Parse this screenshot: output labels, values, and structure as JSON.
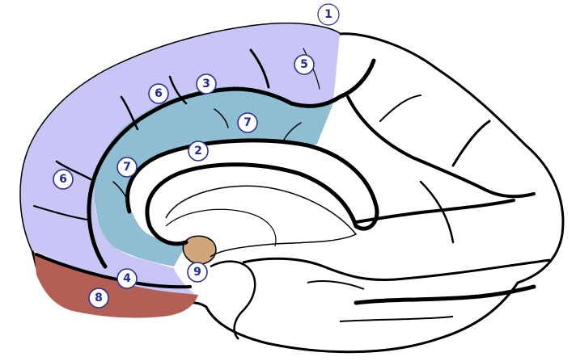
{
  "colors": {
    "region_5_6": "#c7c6f6",
    "region_7": "#8fbdd1",
    "region_8": "#b45f55",
    "region_9": "#cfa77b",
    "outline": "#000000",
    "label_text": "#1f2a9c"
  },
  "labels": [
    {
      "id": "1",
      "text": "1"
    },
    {
      "id": "2",
      "text": "2"
    },
    {
      "id": "3",
      "text": "3"
    },
    {
      "id": "4",
      "text": "4"
    },
    {
      "id": "5",
      "text": "5"
    },
    {
      "id": "6a",
      "text": "6"
    },
    {
      "id": "6b",
      "text": "6"
    },
    {
      "id": "7a",
      "text": "7"
    },
    {
      "id": "7b",
      "text": "7"
    },
    {
      "id": "8",
      "text": "8"
    },
    {
      "id": "9",
      "text": "9"
    }
  ]
}
